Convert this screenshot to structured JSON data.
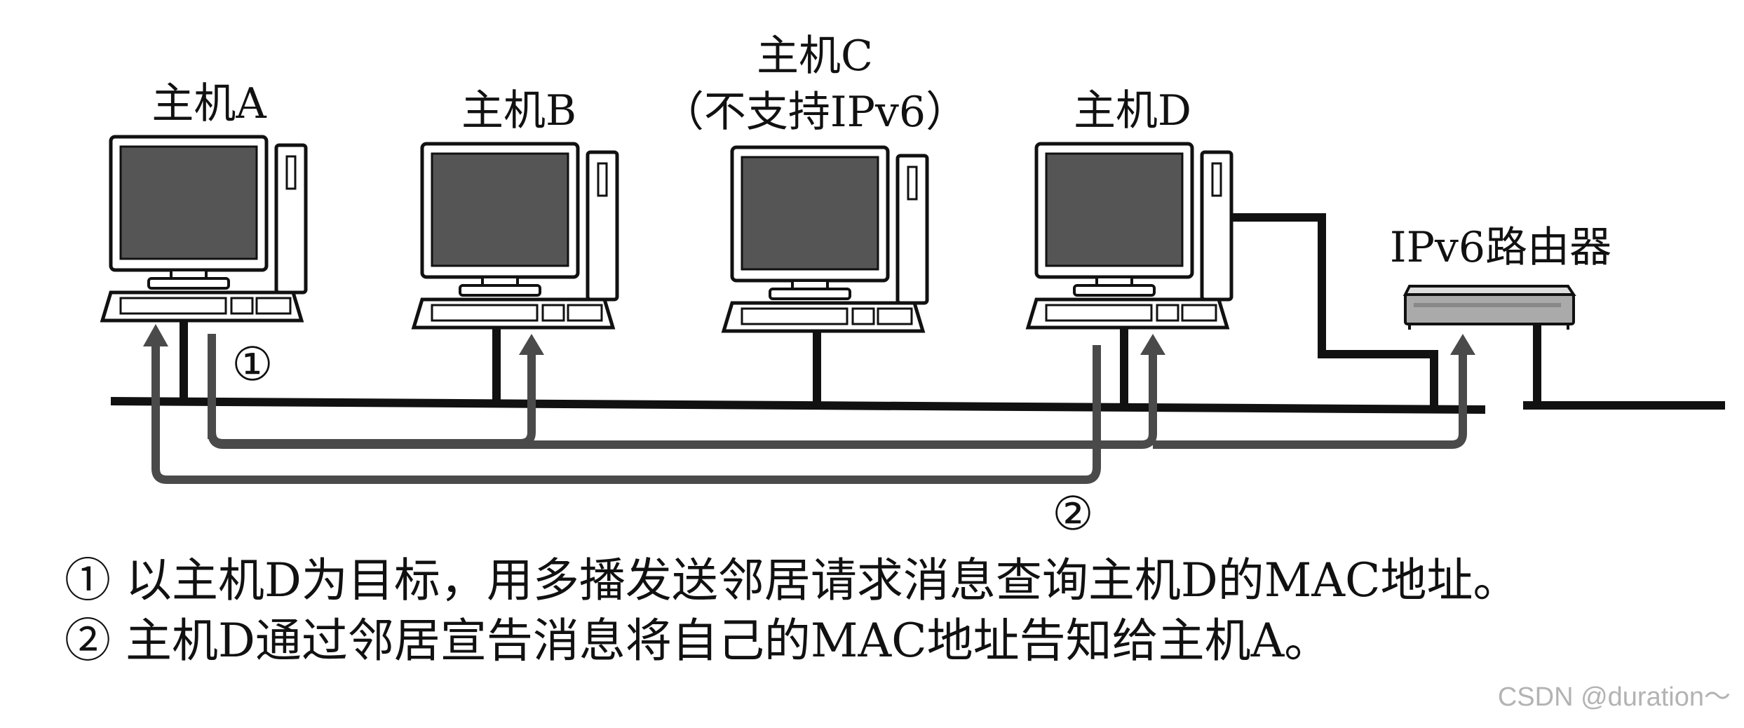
{
  "hosts": [
    {
      "label": "主机A"
    },
    {
      "label": "主机B"
    },
    {
      "label": "主机C",
      "sub": "（不支持IPv6）"
    },
    {
      "label": "主机D"
    }
  ],
  "router": {
    "label": "IPv6路由器"
  },
  "steps": {
    "one": "①",
    "two": "②"
  },
  "captions": [
    "① 以主机D为目标，用多播发送邻居请求消息查询主机D的MAC地址。",
    "② 主机D通过邻居宣告消息将自己的MAC地址告知给主机A。"
  ],
  "watermark": "CSDN @duration～",
  "colors": {
    "line": "#111111",
    "arrow": "#4a4a4a",
    "screen": "#555555"
  }
}
